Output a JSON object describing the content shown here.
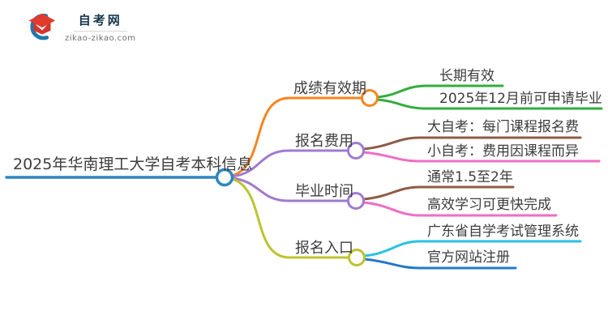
{
  "logo": {
    "title": "自考网",
    "domain": "zikao-zikao.com",
    "icon": "graduation-cap-icon"
  },
  "colors": {
    "root_blue": "#2e86c1",
    "branch_orange": "#f5851f",
    "leaf_green": "#33ad3c",
    "branch_purple": "#a07ad0",
    "leaf_brown": "#8d5c49",
    "leaf_pink": "#ef6ec5",
    "branch_olive": "#bdc32f",
    "leaf_cyan": "#29c2e3",
    "leaf_blue": "#2478c8",
    "text": "#3d3d3d",
    "logo_red": "#e23b2e",
    "logo_blue": "#2176ae"
  },
  "mindmap": {
    "root": {
      "label": "2025年华南理工大学自考本科信息",
      "color": "#2e86c1"
    },
    "branches": [
      {
        "label": "成绩有效期",
        "color": "#f5851f",
        "children": [
          {
            "label": "长期有效",
            "color": "#33ad3c"
          },
          {
            "label": "2025年12月前可申请毕业",
            "color": "#33ad3c"
          }
        ]
      },
      {
        "label": "报名费用",
        "color": "#a07ad0",
        "children": [
          {
            "label": "大自考：每门课程报名费",
            "color": "#8d5c49"
          },
          {
            "label": "小自考：费用因课程而异",
            "color": "#ef6ec5"
          }
        ]
      },
      {
        "label": "毕业时间",
        "color": "#a07ad0",
        "children": [
          {
            "label": "通常1.5至2年",
            "color": "#8d5c49"
          },
          {
            "label": "高效学习可更快完成",
            "color": "#ef6ec5"
          }
        ]
      },
      {
        "label": "报名入口",
        "color": "#bdc32f",
        "children": [
          {
            "label": "广东省自学考试管理系统",
            "color": "#29c2e3"
          },
          {
            "label": "官方网站注册",
            "color": "#2478c8"
          }
        ]
      }
    ]
  }
}
